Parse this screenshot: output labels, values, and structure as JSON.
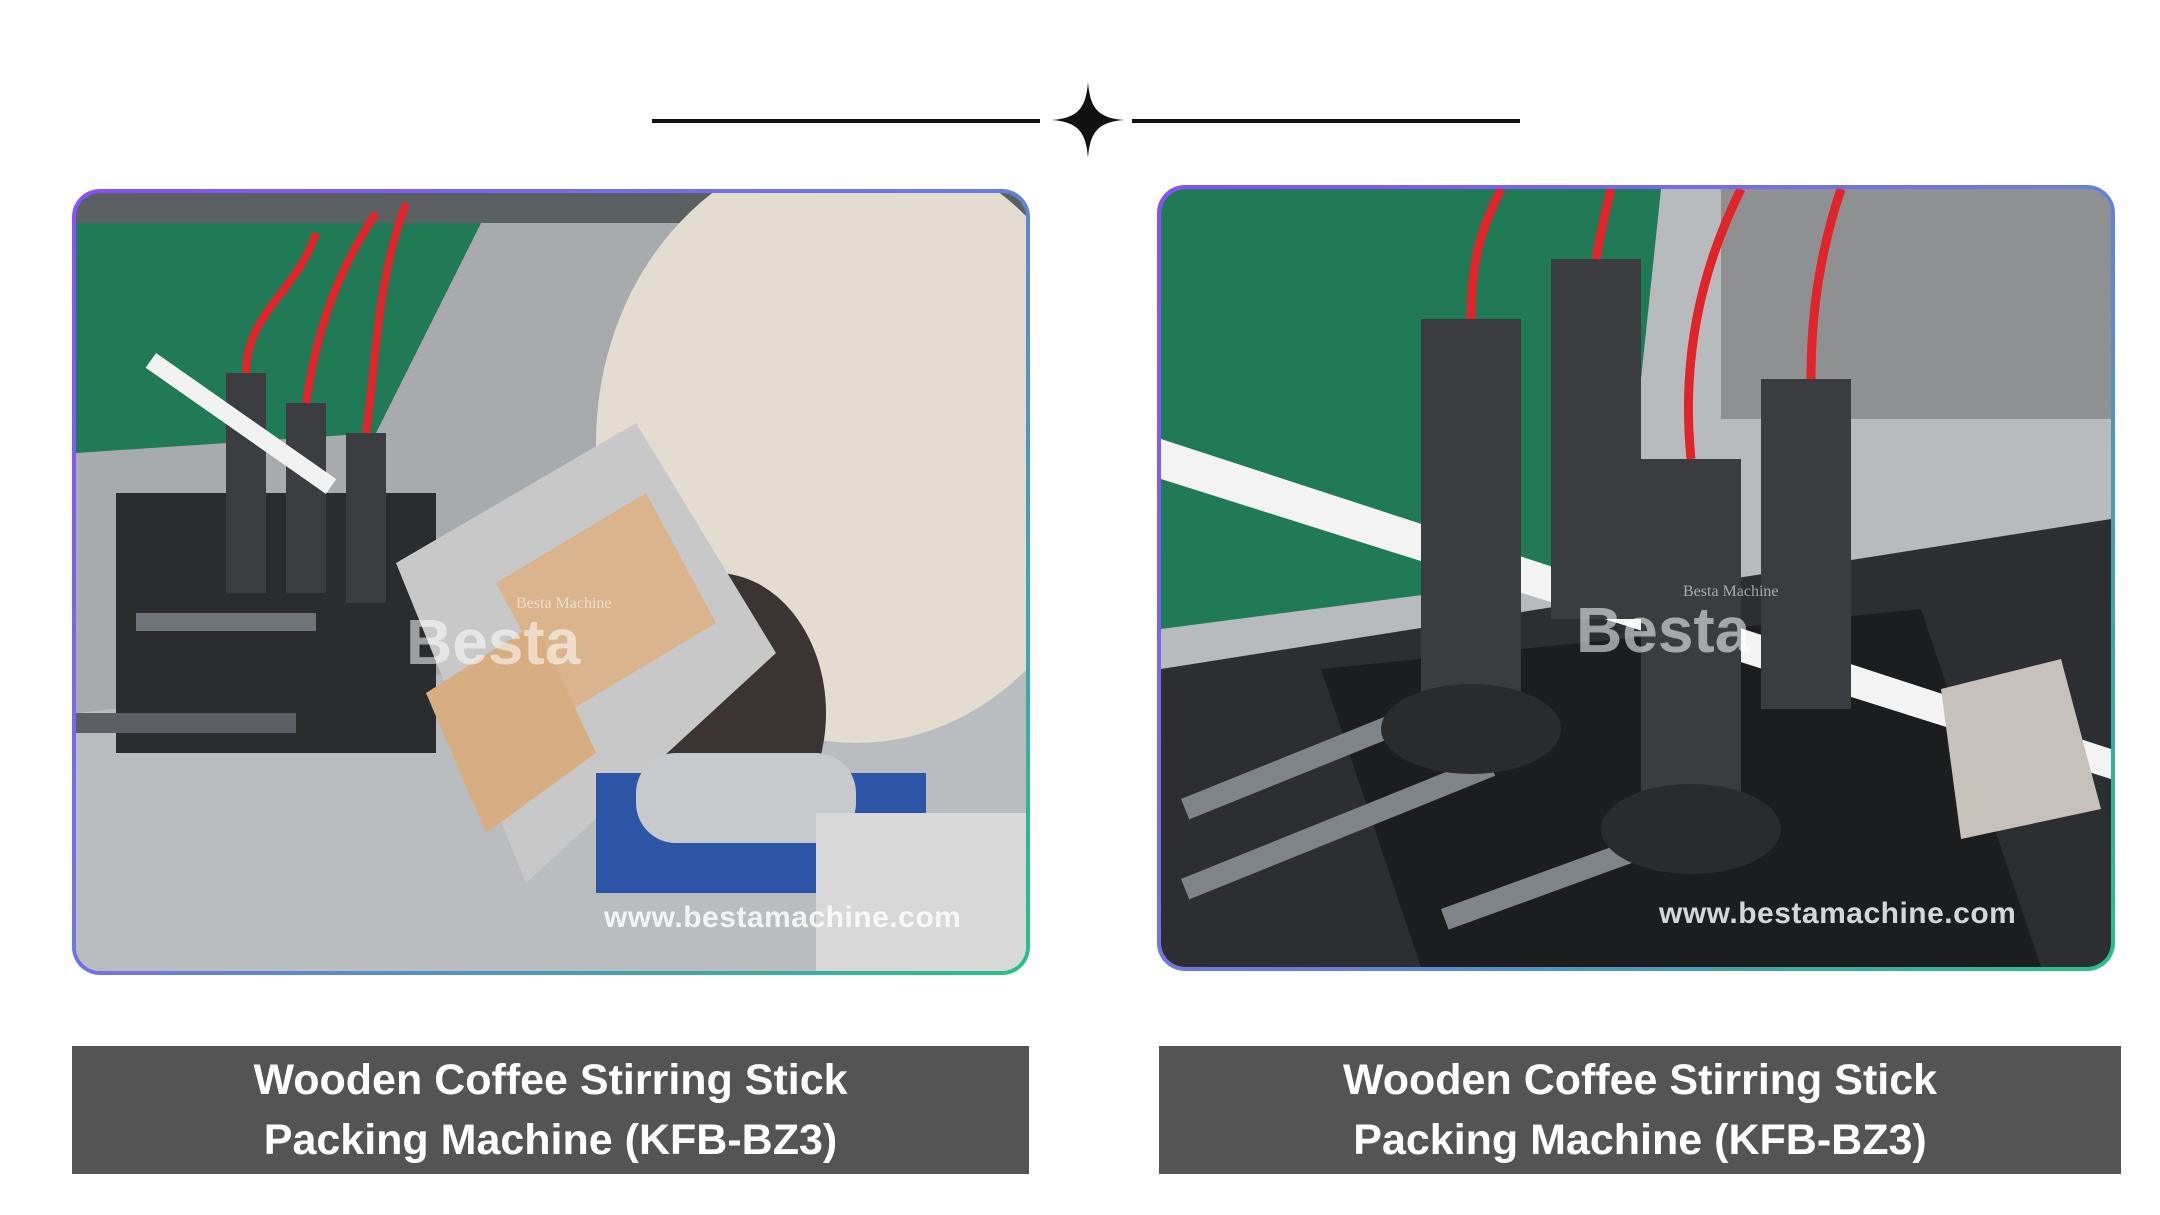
{
  "header": {
    "divider_icon": "four-point-star-icon"
  },
  "panels": [
    {
      "watermark_url": "www.bestamachine.com",
      "watermark_logo": "Besta",
      "watermark_sub": "Besta Machine",
      "caption_line1": "Wooden Coffee Stirring Stick",
      "caption_line2": "Packing Machine (KFB-BZ3)"
    },
    {
      "watermark_url": "www.bestamachine.com",
      "watermark_logo": "Besta",
      "watermark_sub": "Besta Machine",
      "caption_line1": "Wooden Coffee Stirring Stick",
      "caption_line2": "Packing Machine (KFB-BZ3)"
    }
  ],
  "colors": {
    "frame_gradient_start": "#8a4dff",
    "frame_gradient_end": "#24c28a",
    "caption_background": "#545454",
    "caption_text": "#ffffff"
  }
}
